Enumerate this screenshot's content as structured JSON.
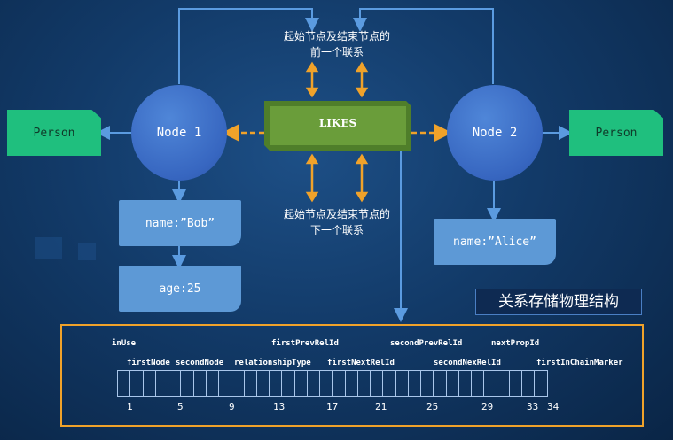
{
  "nodes": {
    "node1": "Node 1",
    "node2": "Node 2"
  },
  "relationship": "LIKES",
  "persons": {
    "left": "Person",
    "right": "Person"
  },
  "properties": {
    "bob_name": "name:”Bob”",
    "bob_age": "age:25",
    "alice_name": "name:”Alice”"
  },
  "captions": {
    "prev_line1": "起始节点及结束节点的",
    "prev_line2": "前一个联系",
    "next_line1": "起始节点及结束节点的",
    "next_line2": "下一个联系"
  },
  "title": "关系存储物理结构",
  "record": {
    "top_labels": [
      "inUse",
      "firstPrevRelId",
      "secondPrevRelId",
      "nextPropId"
    ],
    "mid_labels": [
      "firstNode",
      "secondNode",
      "relationshipType",
      "firstNextRelId",
      "secondNexRelId",
      "firstInChainMarker"
    ],
    "offsets": [
      "1",
      "5",
      "9",
      "13",
      "17",
      "21",
      "25",
      "29",
      "33",
      "34"
    ]
  },
  "colors": {
    "node": "#3766c0",
    "person": "#1fbf7e",
    "relationship": "#6a9d3a",
    "arrow_orange": "#f0a22a",
    "arrow_blue": "#5b9be0",
    "frame": "#f0a22a"
  }
}
